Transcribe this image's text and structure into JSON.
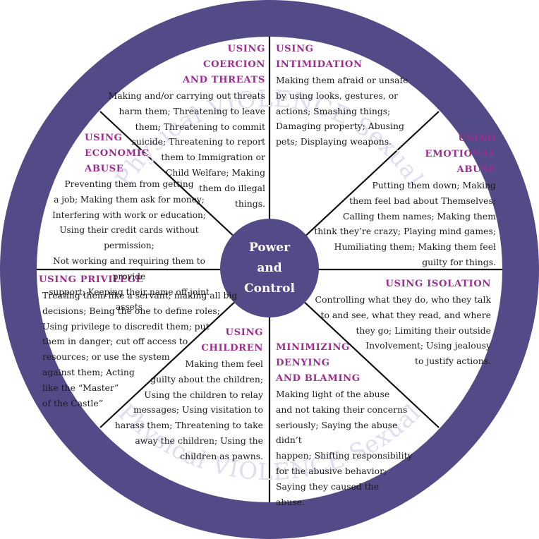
{
  "colors": {
    "rim": "#524b87",
    "accent": "#9b2f8e",
    "text": "#1a1a1a",
    "rim_text": "#e2dcef",
    "hub_text": "#ffffff"
  },
  "rim": {
    "top": "Physical VIOLENCE Sexual",
    "bottom": "Physical VIOLENCE Sexual"
  },
  "hub": {
    "line1": "Power",
    "line2": "and",
    "line3": "Control"
  },
  "segments": {
    "coercion": {
      "title": "USING\nCOERCION\nAND THREATS",
      "body": "Making and/or carrying out threats\nharm them; Threatening to leave\nthem; Threatening to commit\nsuicide; Threatening to report\nthem to Immigration or\nChild Welfare; Making\nthem do illegal\nthings."
    },
    "intimidation": {
      "title": "USING\nINTIMIDATION",
      "body": "Making them afraid or unsafe\nby using looks, gestures, or\nactions; Smashing things;\nDamaging property; Abusing\npets; Displaying weapons."
    },
    "emotional": {
      "title": "USING\nEMOTIONAL\nABUSE",
      "body": "Putting them down; Making\nthem feel bad about Themselves;\nCalling them names; Making them\nthink they’re crazy; Playing mind games;\nHumiliating them; Making them feel\nguilty for things."
    },
    "isolation": {
      "title": "USING ISOLATION",
      "body": "Controlling what they do, who they talk\nto and see, what they read, and where\nthey go; Limiting their outside\nInvolvement; Using jealousy\nto justify actions."
    },
    "minimizing": {
      "title": "MINIMIZING\nDENYING\nAND BLAMING",
      "body": "Making light of the abuse\nand not taking their concerns\nseriously; Saying the abuse didn’t\nhappen; Shifting responsibility\nfor the abusive behavior;\nSaying they caused the\nabuse."
    },
    "children": {
      "title": "USING\nCHILDREN",
      "body": "Making them feel\nguilty about the children;\nUsing the children to relay\nmessages; Using visitation to\nharass them; Threatening to take\naway the children; Using the\nchildren as pawns."
    },
    "privilege": {
      "title": "USING PRIVILEGE",
      "body": "Treating them like a servant; making all big\ndecisions; Being the one to define roles;\nUsing privilege to discredit them; put\nthem in danger; cut off access to\nresources; or use the system\nagainst them; Acting\nlike the “Master”\nof the Castle”"
    },
    "economic": {
      "title": "USING\nECONOMIC\nABUSE",
      "body": "Preventing them from getting\na job; Making them ask for money;\nInterfering with work or education;\nUsing their credit cards without permission;\nNot working and requiring them to provide\nsupport; Keeping their name off joint assets"
    }
  }
}
